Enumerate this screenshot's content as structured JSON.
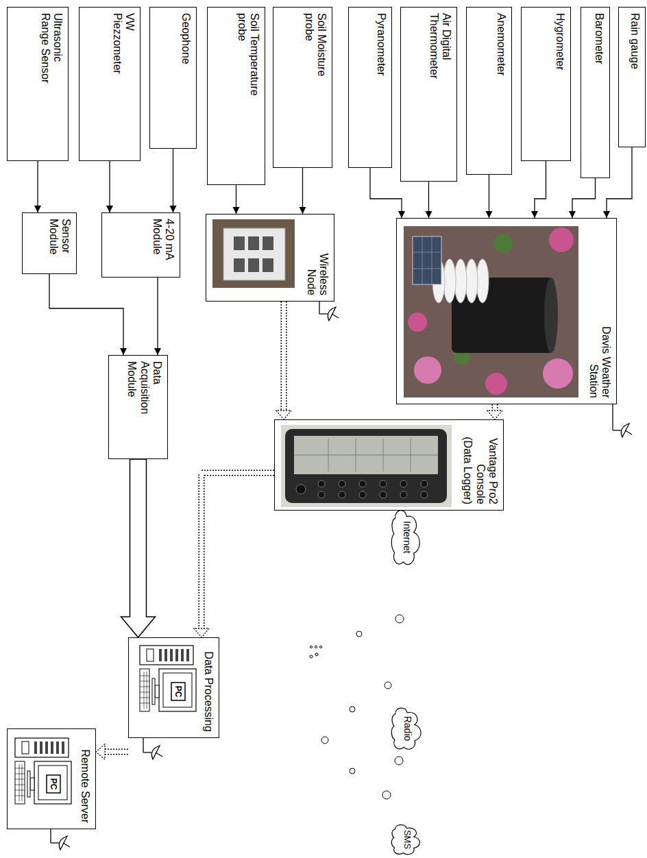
{
  "diagram": {
    "nodes": [
      {
        "text": [
          "Rain gauge"
        ]
      },
      {
        "text": [
          "Barometer"
        ]
      },
      {
        "text": [
          "Hygrometer"
        ]
      },
      {
        "text": [
          "Anemometer"
        ]
      },
      {
        "text": [
          "Air Digital Thermometer"
        ]
      },
      {
        "text": [
          "Pyranometer"
        ]
      },
      {
        "text": [
          "Soil Moisture probe"
        ]
      },
      {
        "text": [
          "Soil Temperature probe"
        ]
      },
      {
        "text": [
          "Geophone"
        ]
      },
      {
        "text": [
          "VW Piezzometer"
        ]
      },
      {
        "text": [
          "Ultrasonic Range Sensor"
        ]
      },
      {
        "text": [
          "Davis Weather Station"
        ]
      },
      {
        "text": [
          "Wireless Node"
        ]
      },
      {
        "text": [
          "Vantage Pro2 Console (Data Logger)"
        ]
      },
      {
        "text": [
          "4-20 mA Module"
        ]
      },
      {
        "text": [
          "Sensor Module"
        ]
      },
      {
        "text": [
          "Data Acquisition Module"
        ]
      },
      {
        "text": [
          "Internet"
        ]
      },
      {
        "text": [
          "Data Processing"
        ]
      },
      {
        "text": [
          "Radio"
        ]
      },
      {
        "text": [
          "SMS"
        ]
      },
      {
        "text": [
          "Remote Server"
        ]
      }
    ],
    "edges": [
      {
        "from": 0,
        "to": 11,
        "arrow": "to"
      },
      {
        "from": 1,
        "to": 11,
        "arrow": "to"
      },
      {
        "from": 2,
        "to": 11,
        "arrow": "to"
      },
      {
        "from": 3,
        "to": 11,
        "arrow": "to"
      },
      {
        "from": 4,
        "to": 11,
        "arrow": "to"
      },
      {
        "from": 5,
        "to": 11,
        "arrow": "to"
      },
      {
        "from": 6,
        "to": 12,
        "arrow": "to"
      },
      {
        "from": 7,
        "to": 12,
        "arrow": "to"
      },
      {
        "from": 8,
        "to": 14,
        "arrow": "to"
      },
      {
        "from": 9,
        "to": 14,
        "arrow": "to"
      },
      {
        "from": 10,
        "to": 15,
        "arrow": "to"
      },
      {
        "from": 15,
        "to": 16,
        "arrow": "to"
      },
      {
        "from": 14,
        "to": 16,
        "arrow": "to"
      },
      {
        "from": 11,
        "to": 13,
        "arrow": "to"
      },
      {
        "from": 12,
        "to": 13,
        "arrow": "to"
      },
      {
        "from": 13,
        "to": 18,
        "arrow": "to"
      },
      {
        "from": 16,
        "to": 18,
        "arrow": "to"
      },
      {
        "from": 18,
        "to": 21,
        "arrow": "to"
      }
    ],
    "labels": [
      "PC",
      "PC"
    ]
  }
}
